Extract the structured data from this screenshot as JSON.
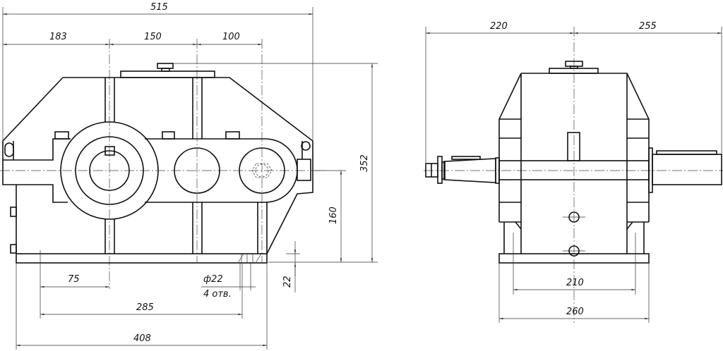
{
  "front_view": {
    "overall_length": "515",
    "segment_1": "183",
    "segment_2": "150",
    "segment_3": "100",
    "overall_height": "352",
    "shaft_height": "160",
    "base_thickness": "22",
    "hole_offset": "75",
    "hole_spacing": "285",
    "base_length": "408",
    "hole_diameter": "ф22",
    "hole_count": "4 отв."
  },
  "side_view": {
    "left_extent": "220",
    "right_extent": "255",
    "hole_spacing": "210",
    "base_width": "260"
  }
}
